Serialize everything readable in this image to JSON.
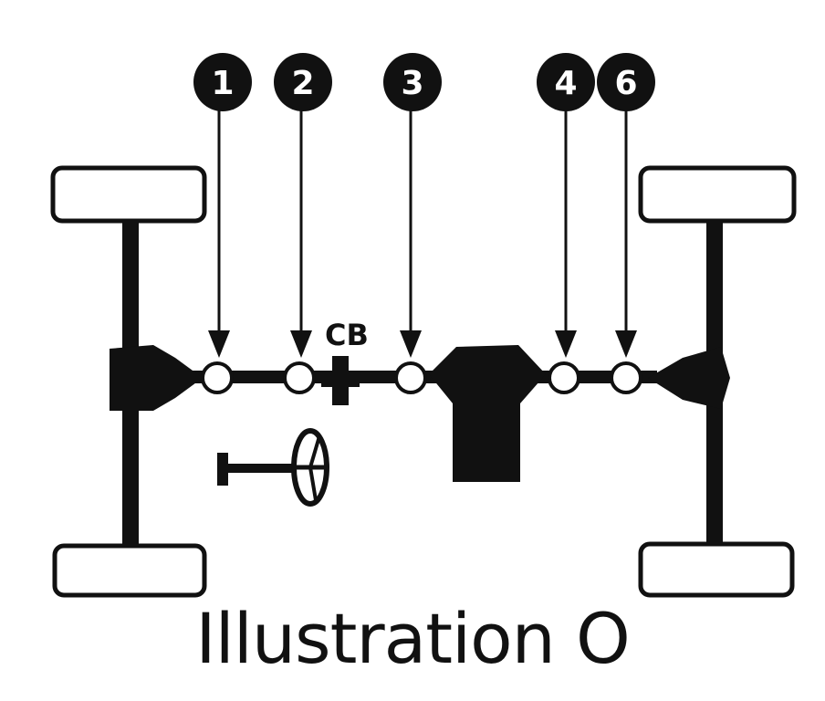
{
  "diagram": {
    "cb_label": "CB",
    "callouts": [
      "1",
      "2",
      "3",
      "4",
      "6"
    ],
    "caption": "Illustration O"
  },
  "colors": {
    "ink": "#111111",
    "paper": "#ffffff"
  }
}
